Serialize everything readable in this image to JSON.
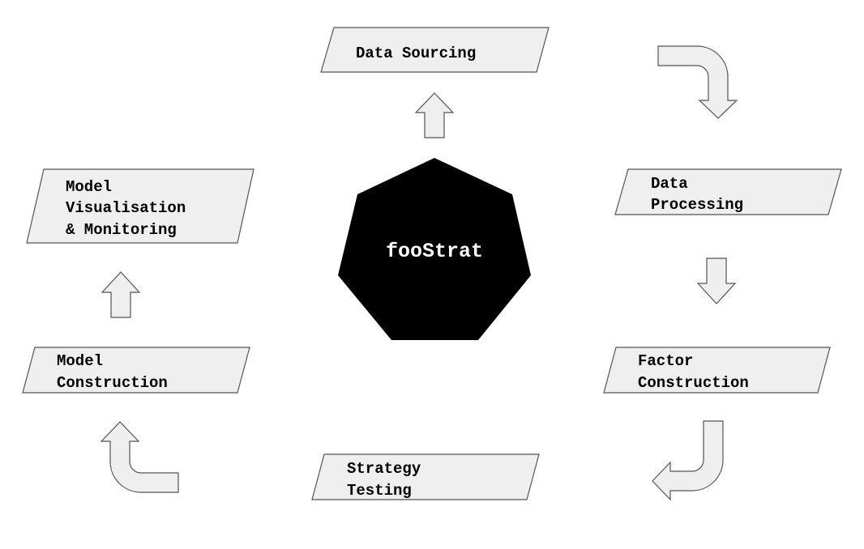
{
  "center": {
    "label": "fooStrat",
    "color": "#000000"
  },
  "steps": [
    {
      "id": "data-sourcing",
      "lines": [
        "Data Sourcing"
      ]
    },
    {
      "id": "data-processing",
      "lines": [
        "Data",
        "Processing"
      ]
    },
    {
      "id": "factor-construction",
      "lines": [
        "Factor",
        "Construction"
      ]
    },
    {
      "id": "strategy-testing",
      "lines": [
        "Strategy",
        "Testing"
      ]
    },
    {
      "id": "model-construction",
      "lines": [
        "Model",
        "Construction"
      ]
    },
    {
      "id": "model-visualisation",
      "lines": [
        "Model",
        "Visualisation",
        "& Monitoring"
      ]
    }
  ],
  "colors": {
    "box_fill": "#efefef",
    "box_stroke": "#555555",
    "text": "#000000"
  }
}
